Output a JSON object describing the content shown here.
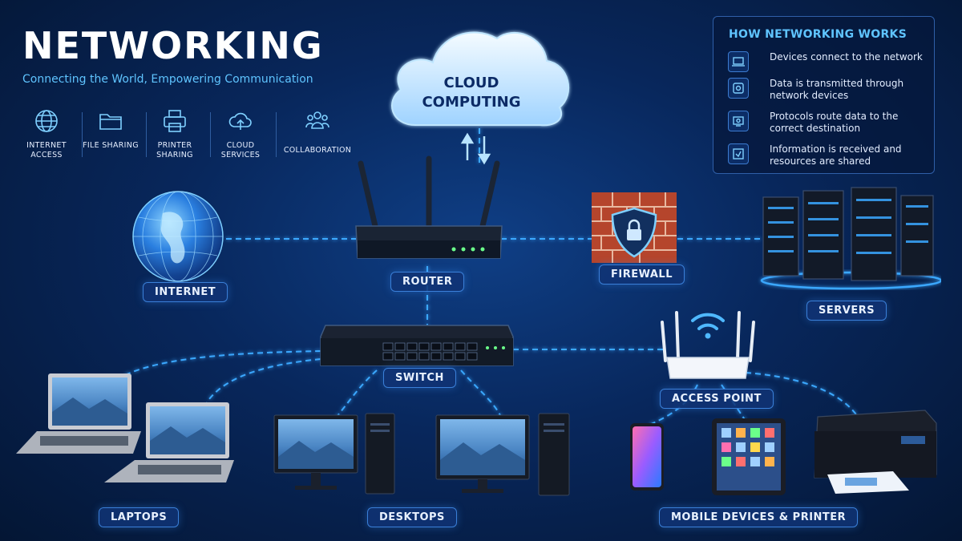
{
  "header": {
    "title": "NETWORKING",
    "subtitle": "Connecting the World, Empowering Communication"
  },
  "uses": [
    {
      "label": "INTERNET ACCESS",
      "icon": "globe-icon"
    },
    {
      "label": "FILE SHARING",
      "icon": "folder-icon"
    },
    {
      "label": "PRINTER SHARING",
      "icon": "printer-icon"
    },
    {
      "label": "CLOUD SERVICES",
      "icon": "cloud-upload-icon"
    },
    {
      "label": "COLLABORATION",
      "icon": "people-icon"
    }
  ],
  "how": {
    "title": "HOW NETWORKING WORKS",
    "steps": [
      {
        "text": "Devices connect to the network",
        "icon": "laptop-icon"
      },
      {
        "text": "Data is transmitted through network devices",
        "icon": "device-icon"
      },
      {
        "text": "Protocols route data to the correct destination",
        "icon": "route-icon"
      },
      {
        "text": "Information is received and resources are shared",
        "icon": "share-icon"
      }
    ]
  },
  "nodes": {
    "cloud": "CLOUD COMPUTING",
    "internet": "INTERNET",
    "router": "ROUTER",
    "firewall": "FIREWALL",
    "servers": "SERVERS",
    "switch": "SWITCH",
    "access_point": "ACCESS POINT",
    "laptops": "LAPTOPS",
    "desktops": "DESKTOPS",
    "mobile": "MOBILE DEVICES & PRINTER"
  },
  "colors": {
    "accent": "#5fc4ff",
    "background": "#08275c",
    "link": "#3aa8ff",
    "firewall_brick": "#b5452c"
  }
}
